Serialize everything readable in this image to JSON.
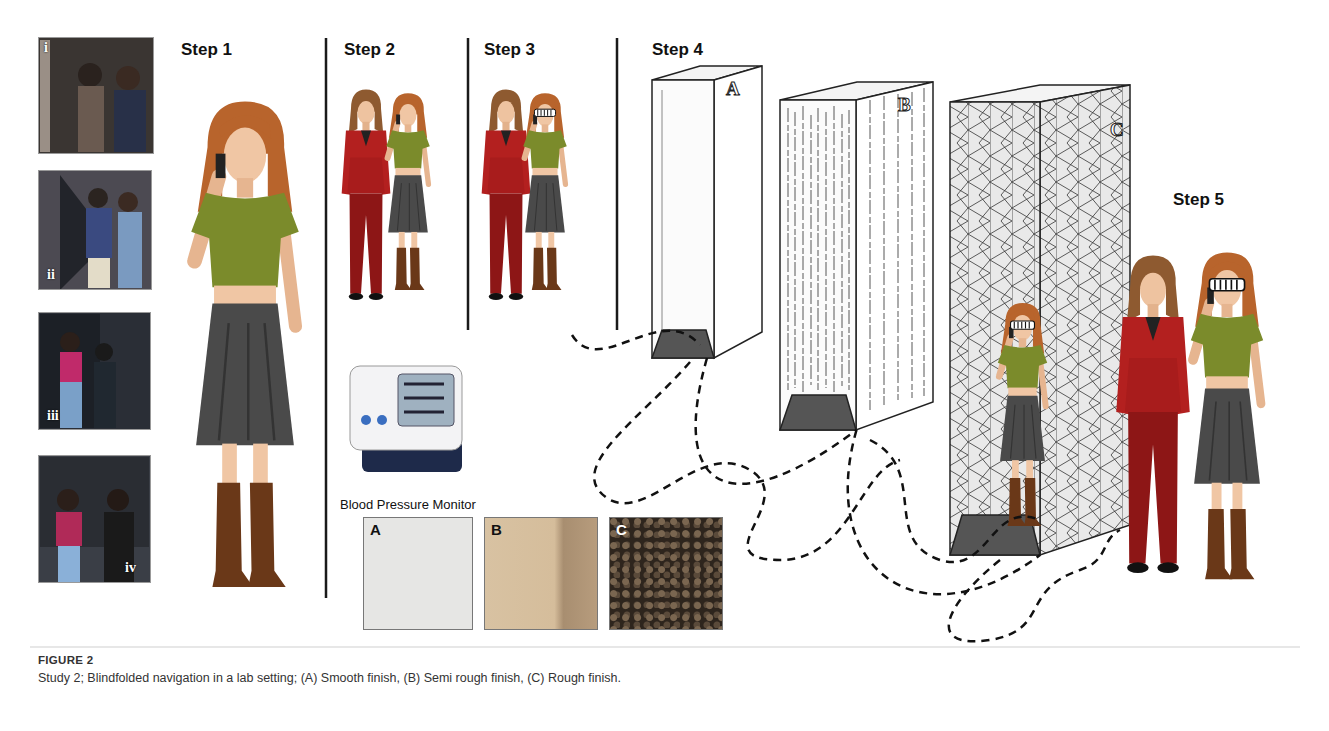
{
  "diagram": {
    "caption": "Study 2; Blindfolded navigation in a lab setting; (A) Smooth finish, (B) Semi rough finish, (C) Rough finish.",
    "nodes": [
      {
        "text": [
          "i"
        ]
      },
      {
        "text": [
          "ii"
        ]
      },
      {
        "text": [
          "iii"
        ]
      },
      {
        "text": [
          "iv"
        ]
      },
      {
        "text": [
          "A"
        ]
      },
      {
        "text": [
          "B"
        ]
      },
      {
        "text": [
          "C"
        ]
      },
      {
        "text": [
          "A"
        ]
      },
      {
        "text": [
          "B"
        ]
      },
      {
        "text": [
          "C"
        ]
      }
    ],
    "edges": [
      {
        "from": 4,
        "to": 5,
        "arrow": "none"
      },
      {
        "from": 5,
        "to": 6,
        "arrow": "none"
      }
    ],
    "labels": [
      "Step 1",
      "Step 2",
      "Step 3",
      "Step 4",
      "Step 5",
      "Blood Pressure Monitor",
      "FIGURE 2"
    ]
  }
}
